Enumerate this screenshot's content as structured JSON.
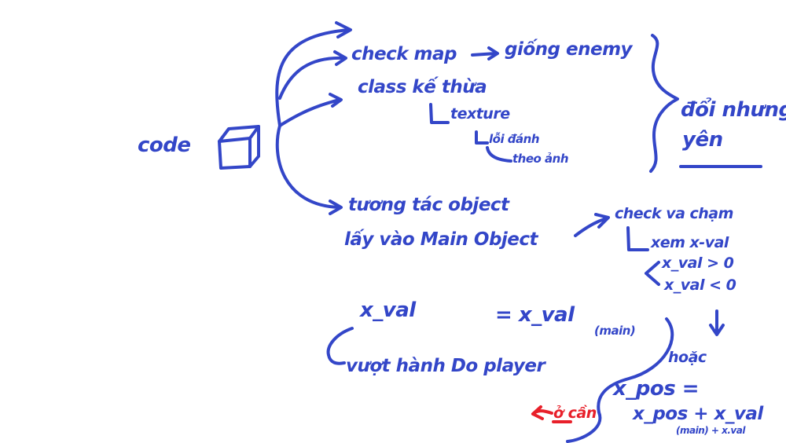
{
  "ink_color": "#3346c8",
  "accent_color": "#e8202a",
  "notes": {
    "code": "code",
    "check_map": "check map",
    "giong_enemy": "giống enemy",
    "class_ke_thua": "class kế thừa",
    "texture": "texture",
    "loi_danh": "lỗi đánh",
    "theo_anh": "theo ảnh",
    "doi_nhung_yen": "đổi nhưng",
    "yen": "yên",
    "tuong_tac_object": "tương tác object",
    "lay_vao_main_object": "lấy vào Main Object",
    "check_va_cham": "check va chạm",
    "xem_x_val": "xem x-val",
    "x_val_gt0": "x_val > 0",
    "x_val_lt0": "x_val < 0",
    "x_val_left": "x_val",
    "eq_x_val": "= x_val",
    "main_paren": "(main)",
    "vuot_hanh_do_player": "vượt hành Do player",
    "hoac": "hoặc",
    "x_pos_eq": "x_pos =",
    "o_can": "ở cần",
    "x_pos_plus_x_val": "x_pos + x_val",
    "main_plus_x_val": "(main) + x.val"
  },
  "icons": {
    "box": "cube-icon"
  }
}
